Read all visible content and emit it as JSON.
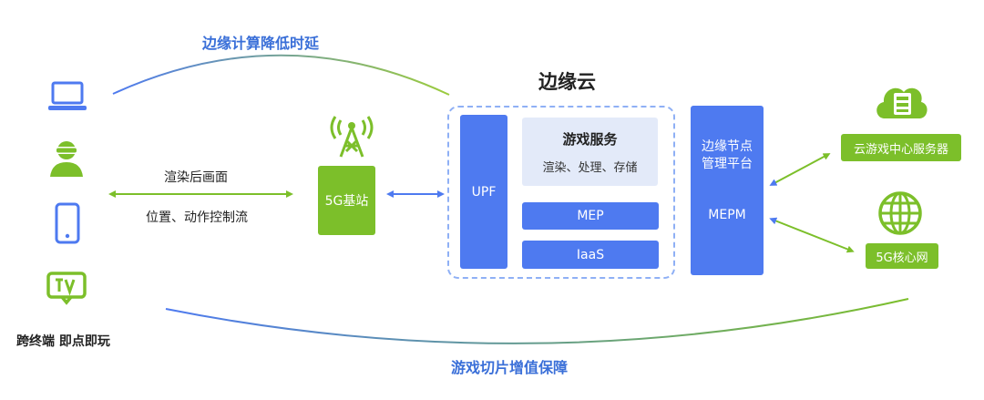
{
  "labels": {
    "top_arc": "边缘计算降低时延",
    "bottom_arc": "游戏切片增值保障",
    "edge_cloud": "边缘云",
    "devices_caption": "跨终端 即点即玩",
    "flow_top": "渲染后画面",
    "flow_bottom": "位置、动作控制流"
  },
  "boxes": {
    "base_station": "5G基站",
    "upf": "UPF",
    "game_service_title": "游戏服务",
    "game_service_sub": "渲染、处理、存储",
    "mep": "MEP",
    "iaas": "IaaS",
    "mepm_title_line1": "边缘节点",
    "mepm_title_line2": "管理平台",
    "mepm": "MEPM",
    "cloud_game_server": "云游戏中心服务器",
    "core_network": "5G核心网"
  },
  "icons": {
    "devices": [
      "laptop-icon",
      "gamer-icon",
      "phone-icon",
      "tv-icon"
    ],
    "antenna": "antenna-tower-icon",
    "cloud_server": "cloud-server-icon",
    "globe": "globe-icon"
  },
  "colors": {
    "blue": "#4e7af0",
    "green": "#7cbf2a",
    "light_blue": "#e3eaf9"
  }
}
